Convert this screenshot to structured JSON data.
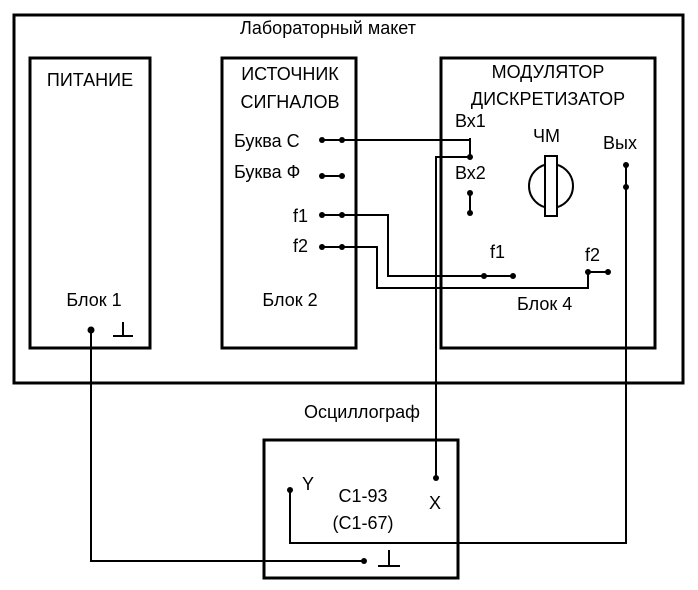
{
  "lab_title": "Лабораторный макет",
  "power": {
    "title": "ПИТАНИЕ",
    "block": "Блок 1",
    "ground_symbol": "⊥"
  },
  "source": {
    "title_line1": "ИСТОЧНИК",
    "title_line2": "СИГНАЛОВ",
    "letter_c": "Буква С",
    "letter_f": "Буква Ф",
    "f1": "f1",
    "f2": "f2",
    "block": "Блок 2"
  },
  "modulator": {
    "title_line1": "МОДУЛЯТОР",
    "title_line2": "ДИСКРЕТИЗАТОР",
    "in1": "Вх1",
    "in2": "Вх2",
    "fm": "ЧМ",
    "out": "Вых",
    "f1": "f1",
    "f2": "f2",
    "block": "Блок 4"
  },
  "oscilloscope": {
    "title": "Осциллограф",
    "y": "Y",
    "x": "X",
    "model1": "С1-93",
    "model2": "(С1-67)",
    "ground_symbol": "⊥"
  }
}
